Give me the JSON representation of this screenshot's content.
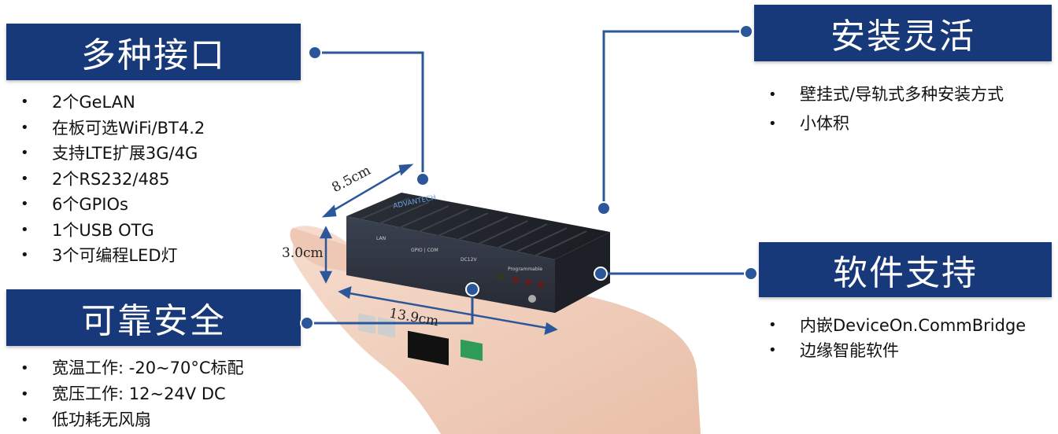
{
  "sections": {
    "interfaces": {
      "title": "多种接口",
      "items": [
        "2个GeLAN",
        "在板可选WiFi/BT4.2",
        "支持LTE扩展3G/4G",
        "2个RS232/485",
        "6个GPIOs",
        "1个USB OTG",
        "3个可编程LED灯"
      ]
    },
    "reliability": {
      "title": "可靠安全",
      "items": [
        "宽温工作: -20~70°C标配",
        "宽压工作: 12~24V DC",
        "低功耗无风扇"
      ]
    },
    "installation": {
      "title": "安装灵活",
      "items": [
        "壁挂式/导轨式多种安装方式",
        "小体积"
      ]
    },
    "software": {
      "title": "软件支持",
      "items": [
        "内嵌DeviceOn.CommBridge",
        "边缘智能软件"
      ]
    }
  },
  "dimensions": {
    "depth": "8.5cm",
    "height": "3.0cm",
    "width": "13.9cm"
  },
  "device_labels": {
    "brand": "ADVANTECH",
    "lan": "LAN",
    "gpio": "GPIO | COM",
    "power": "DC12V",
    "prog": "Programmable"
  },
  "colors": {
    "banner": "#17397a",
    "connector": "#2b579a"
  }
}
